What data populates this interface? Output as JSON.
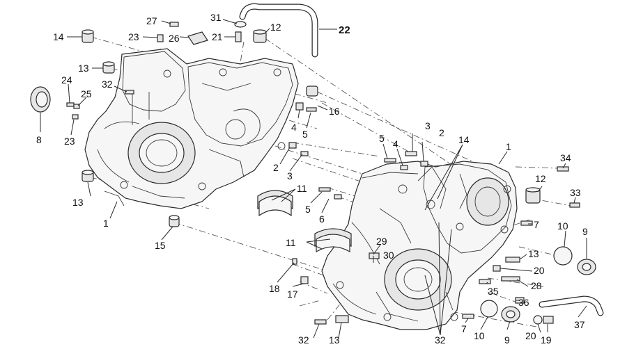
{
  "diagram": {
    "callouts": [
      {
        "id": "c27",
        "label": "27"
      },
      {
        "id": "c31",
        "label": "31"
      },
      {
        "id": "c22",
        "label": "22"
      },
      {
        "id": "c14a",
        "label": "14"
      },
      {
        "id": "c23a",
        "label": "23"
      },
      {
        "id": "c26",
        "label": "26"
      },
      {
        "id": "c21",
        "label": "21"
      },
      {
        "id": "c12a",
        "label": "12"
      },
      {
        "id": "c13a",
        "label": "13"
      },
      {
        "id": "c24",
        "label": "24"
      },
      {
        "id": "c25",
        "label": "25"
      },
      {
        "id": "c32a",
        "label": "32"
      },
      {
        "id": "c16",
        "label": "16"
      },
      {
        "id": "c4a",
        "label": "4"
      },
      {
        "id": "c5a",
        "label": "5"
      },
      {
        "id": "c8",
        "label": "8"
      },
      {
        "id": "c23b",
        "label": "23"
      },
      {
        "id": "c3a",
        "label": "3"
      },
      {
        "id": "c2a",
        "label": "2"
      },
      {
        "id": "c14b",
        "label": "14"
      },
      {
        "id": "c5b",
        "label": "5"
      },
      {
        "id": "c4b",
        "label": "4"
      },
      {
        "id": "c1a",
        "label": "1"
      },
      {
        "id": "c2b",
        "label": "2"
      },
      {
        "id": "c3b",
        "label": "3"
      },
      {
        "id": "c34",
        "label": "34"
      },
      {
        "id": "c11a",
        "label": "11"
      },
      {
        "id": "c12b",
        "label": "12"
      },
      {
        "id": "c13b",
        "label": "13"
      },
      {
        "id": "c5c",
        "label": "5"
      },
      {
        "id": "c33",
        "label": "33"
      },
      {
        "id": "c1b",
        "label": "1"
      },
      {
        "id": "c6",
        "label": "6"
      },
      {
        "id": "c7",
        "label": "7"
      },
      {
        "id": "c10a",
        "label": "10"
      },
      {
        "id": "c9a",
        "label": "9"
      },
      {
        "id": "c15",
        "label": "15"
      },
      {
        "id": "c11b",
        "label": "11"
      },
      {
        "id": "c29",
        "label": "29"
      },
      {
        "id": "c30",
        "label": "30"
      },
      {
        "id": "c13c",
        "label": "13"
      },
      {
        "id": "c20a",
        "label": "20"
      },
      {
        "id": "c35",
        "label": "35"
      },
      {
        "id": "c28",
        "label": "28"
      },
      {
        "id": "c18",
        "label": "18"
      },
      {
        "id": "c17",
        "label": "17"
      },
      {
        "id": "c36",
        "label": "36"
      },
      {
        "id": "c7b",
        "label": "7"
      },
      {
        "id": "c10b",
        "label": "10"
      },
      {
        "id": "c9b",
        "label": "9"
      },
      {
        "id": "c20b",
        "label": "20"
      },
      {
        "id": "c19",
        "label": "19"
      },
      {
        "id": "c37",
        "label": "37"
      },
      {
        "id": "c32b",
        "label": "32"
      },
      {
        "id": "c13d",
        "label": "13"
      },
      {
        "id": "c32c",
        "label": "32"
      }
    ]
  }
}
